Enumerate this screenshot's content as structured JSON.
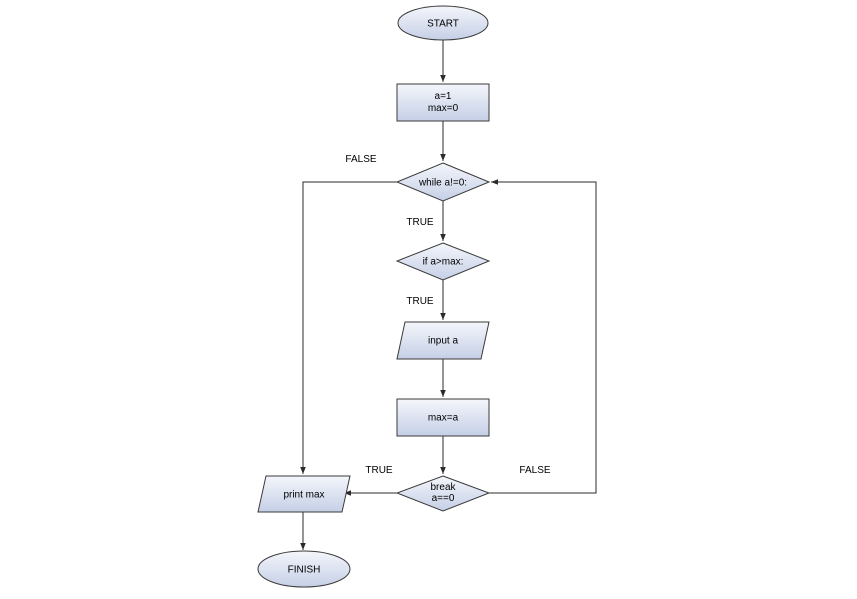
{
  "colors": {
    "fill_top": "#f4f6fb",
    "fill_bottom": "#c5cfe6",
    "stroke": "#3a3a3a",
    "line": "#2b2b2b"
  },
  "nodes": {
    "start": {
      "label": "START"
    },
    "init": {
      "lines": [
        "a=1",
        "max=0"
      ]
    },
    "while": {
      "label": "while a!=0:"
    },
    "if": {
      "label": "if a>max:"
    },
    "input": {
      "label": "input a"
    },
    "assign": {
      "label": "max=a"
    },
    "break": {
      "lines": [
        "break",
        "a==0"
      ]
    },
    "print": {
      "label": "print max"
    },
    "finish": {
      "label": "FINISH"
    }
  },
  "edge_labels": {
    "while_false": "FALSE",
    "while_true": "TRUE",
    "if_true": "TRUE",
    "break_true": "TRUE",
    "break_false": "FALSE"
  }
}
